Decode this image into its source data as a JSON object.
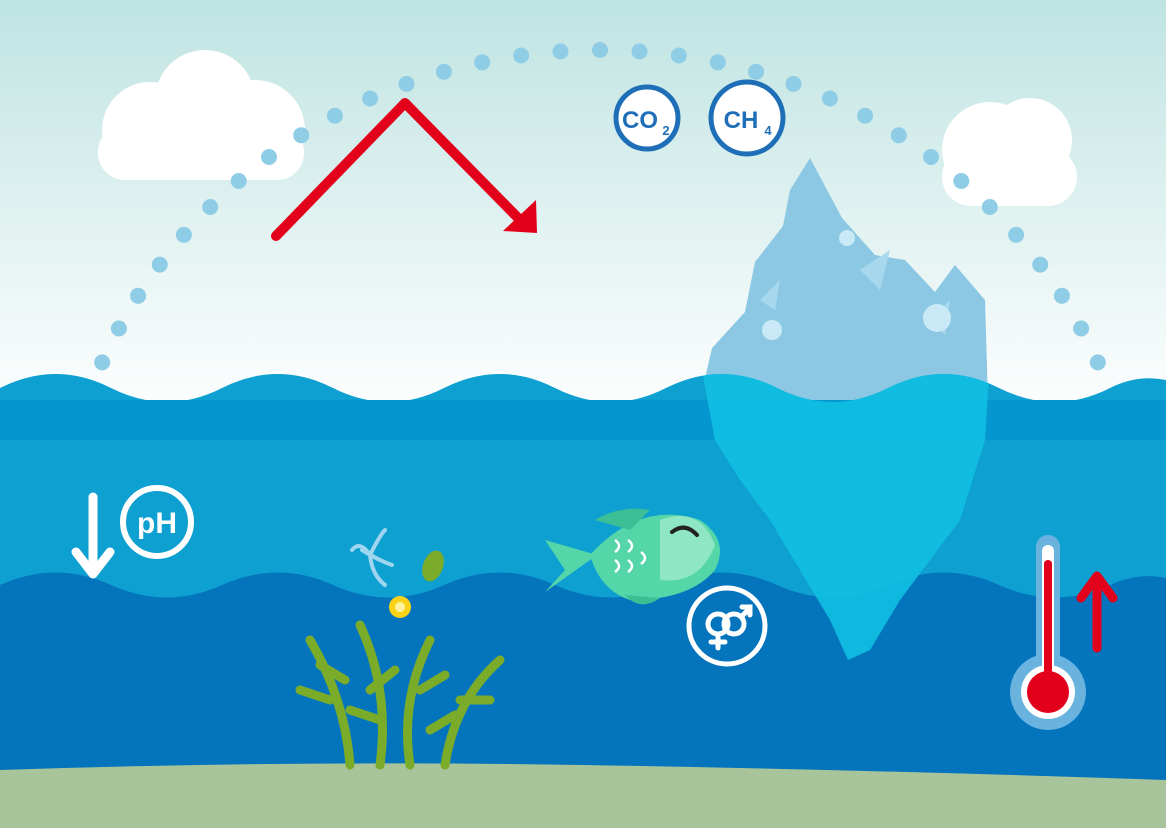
{
  "colors": {
    "sky_top": "#bfe4e2",
    "sky_bottom": "#ffffff",
    "sea_surface": "#0ea0d0",
    "sea_mid": "#0596cf",
    "sea_deep": "#0474bd",
    "seabed": "#a7c49a",
    "gas_ring": "#1f6fb8",
    "arrow_red": "#e2001a",
    "iceberg_above": "#8cc8e4",
    "iceberg_below": "#11c0e2",
    "fish": "#55d6a8",
    "seaweed": "#7aac2a",
    "orbit_dots": "#8fcde6"
  },
  "labels": {
    "co2": {
      "main": "CO",
      "sub": "2"
    },
    "ch4": {
      "main": "CH",
      "sub": "4"
    },
    "ph": "pH"
  },
  "icons": [
    "cloud-icon",
    "solar-radiation-arrow-icon",
    "co2-gas-icon",
    "ch4-gas-icon",
    "iceberg-icon",
    "ph-decrease-icon",
    "plankton-icon",
    "fish-icon",
    "gender-symbol-icon",
    "seaweed-icon",
    "thermometer-icon",
    "temperature-up-arrow-icon"
  ]
}
